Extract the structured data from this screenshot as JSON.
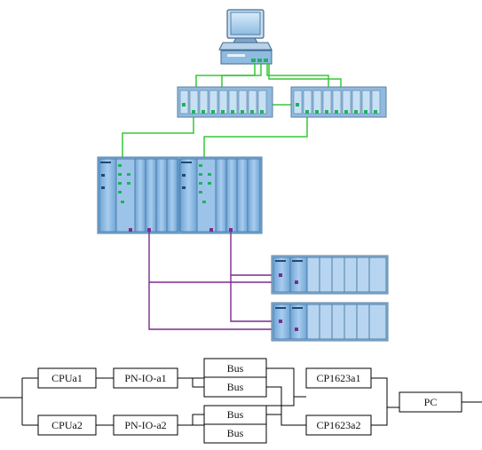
{
  "colors": {
    "module_blue": "#8fbbe0",
    "module_dark": "#5d95c8",
    "ethernet_green": "#37c837",
    "profibus_purple": "#7a2b8c",
    "led_green": "#1bb45a",
    "line_black": "#000000"
  },
  "blocks": {
    "cpu_a1": "CPUa1",
    "cpu_a2": "CPUa2",
    "pnio_a1": "PN-IO-a1",
    "pnio_a2": "PN-IO-a2",
    "bus_1": "Bus",
    "bus_2": "Bus",
    "bus_3": "Bus",
    "bus_4": "Bus",
    "cp_a1": "CP1623a1",
    "cp_a2": "CP1623a2",
    "pc": "PC"
  },
  "icons": {
    "workstation": "computer-icon",
    "switches": "switch-icon",
    "rack": "plc-rack-icon",
    "io_stations": "io-station-icon"
  }
}
